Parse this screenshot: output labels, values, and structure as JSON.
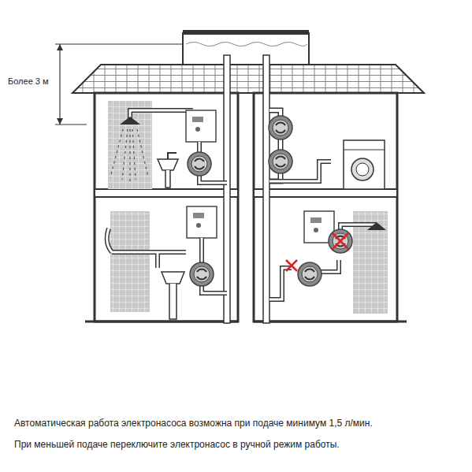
{
  "diagram": {
    "labels": [
      "Более 3 м",
      "Автоматическая работа электронасоса возможна при подаче минимум 1,5 л/мин.",
      "При меньшей подаче переключите электронасос в ручной режим работы."
    ]
  }
}
